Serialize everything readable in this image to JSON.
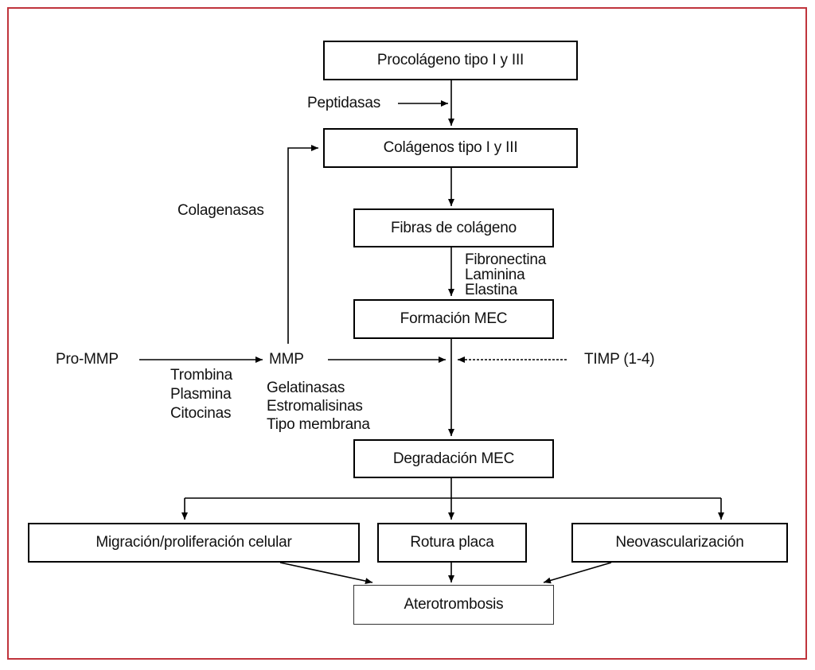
{
  "colors": {
    "frame": "#c0343c",
    "line": "#000000"
  },
  "nodes": {
    "procolageno": "Procolágeno tipo I y III",
    "colagenos": "Colágenos tipo I y III",
    "fibras": "Fibras de colágeno",
    "formacion_mec": "Formación MEC",
    "degradacion_mec": "Degradación MEC",
    "migracion": "Migración/proliferación celular",
    "rotura": "Rotura placa",
    "neovascularizacion": "Neovascularización",
    "aterotrombosis": "Aterotrombosis"
  },
  "labels": {
    "peptidasas": "Peptidasas",
    "colagenasas": "Colagenasas",
    "fibras_components": [
      "Fibronectina",
      "Laminina",
      "Elastina"
    ],
    "pro_mmp": "Pro-MMP",
    "mmp": "MMP",
    "activators": [
      "Trombina",
      "Plasmina",
      "Citocinas"
    ],
    "mmp_types": [
      "Gelatinasas",
      "Estromalisinas",
      "Tipo membrana"
    ],
    "timp": "TIMP (1-4)"
  }
}
